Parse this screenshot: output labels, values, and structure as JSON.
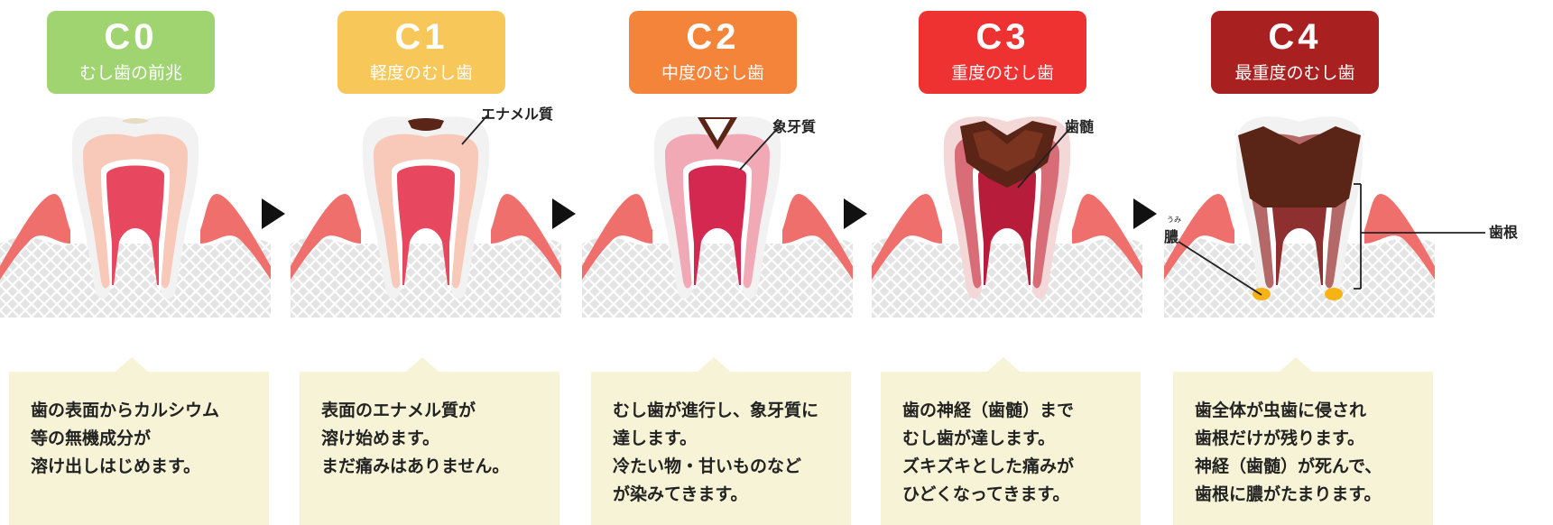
{
  "stages": [
    {
      "code": "C0",
      "subtitle": "むし歯の前兆",
      "color": "#9fd470",
      "description": [
        "歯の表面からカルシウム",
        "等の無機成分が",
        "溶け出しはじめます。"
      ]
    },
    {
      "code": "C1",
      "subtitle": "軽度のむし歯",
      "color": "#f8c75a",
      "description": [
        "表面のエナメル質が",
        "溶け始めます。",
        "まだ痛みはありません。"
      ]
    },
    {
      "code": "C2",
      "subtitle": "中度のむし歯",
      "color": "#f5843b",
      "description": [
        "むし歯が進行し、象牙質に",
        "達します。",
        "冷たい物・甘いものなど",
        "が染みてきます。"
      ]
    },
    {
      "code": "C3",
      "subtitle": "重度のむし歯",
      "color": "#ee3131",
      "description": [
        "歯の神経（歯髄）まで",
        "むし歯が達します。",
        "ズキズキとした痛みが",
        "ひどくなってきます。"
      ]
    },
    {
      "code": "C4",
      "subtitle": "最重度のむし歯",
      "color": "#a8201f",
      "description": [
        "歯全体が虫歯に侵され",
        "歯根だけが残ります。",
        "神経（歯髄）が死んで、",
        "歯根に膿がたまります。"
      ]
    }
  ],
  "labels": {
    "enamel": "エナメル質",
    "dentin": "象牙質",
    "pulp": "歯髄",
    "root": "歯根",
    "pus": "膿",
    "pus_reading": "うみ"
  }
}
